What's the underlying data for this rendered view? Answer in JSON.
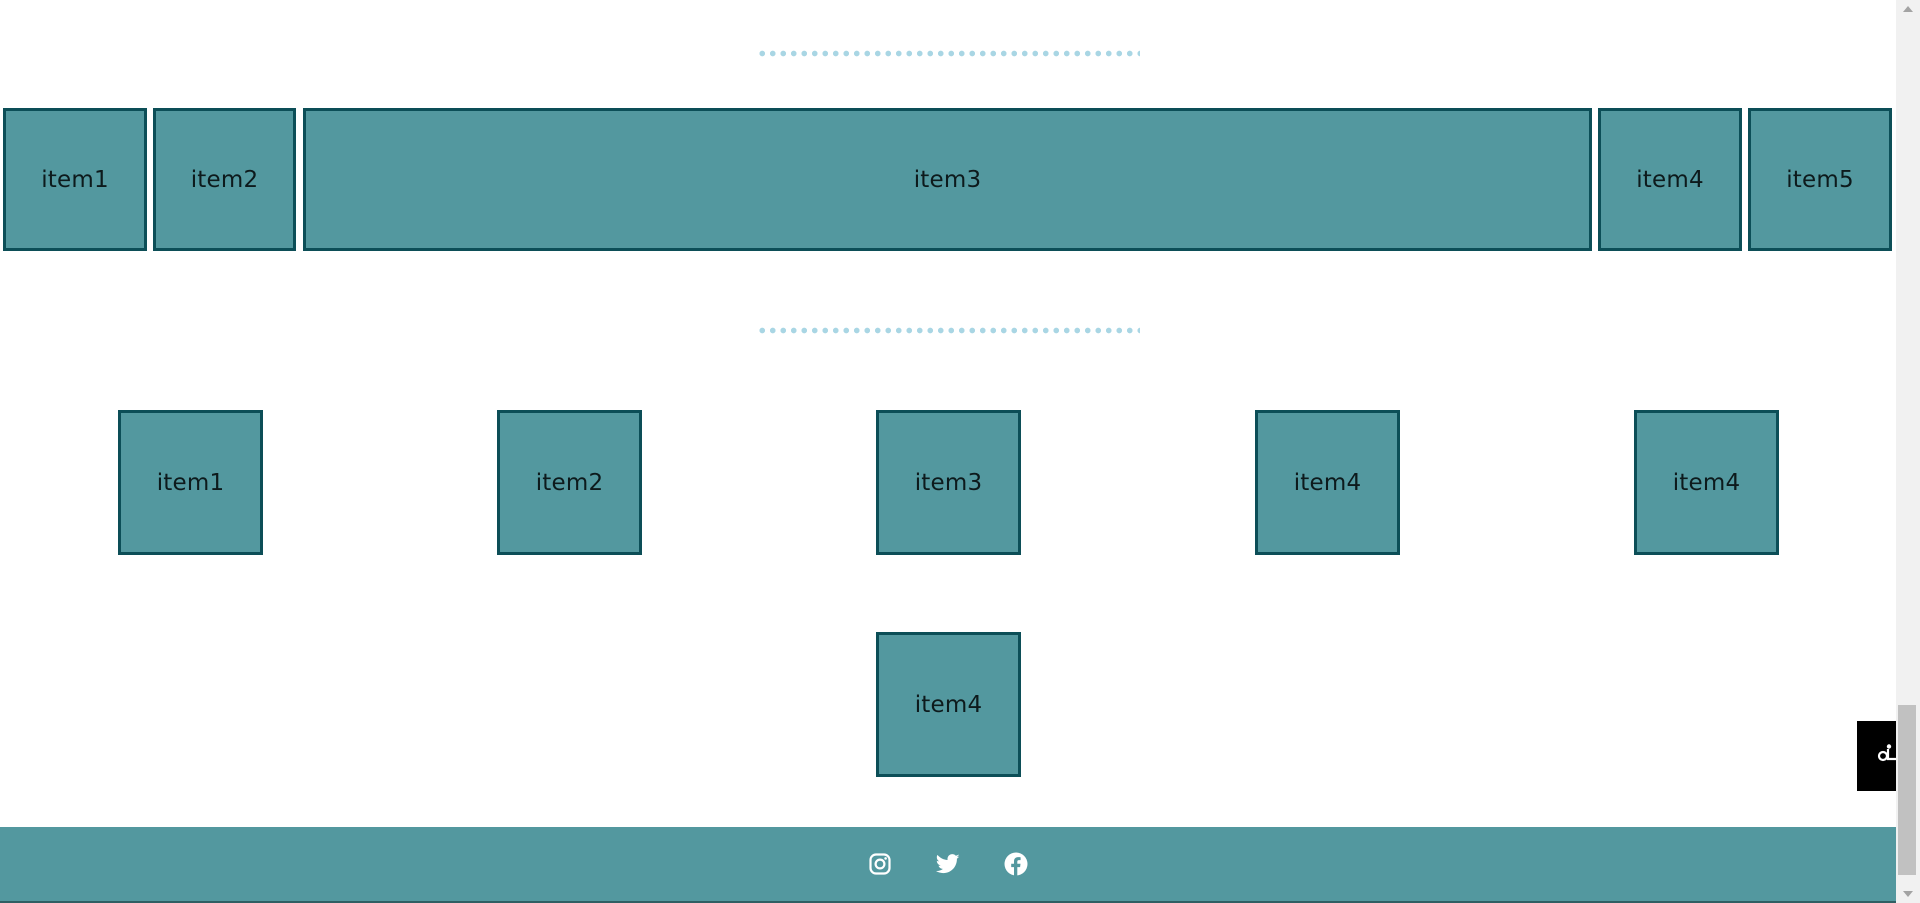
{
  "row_flex": {
    "items": [
      "item1",
      "item2",
      "item3",
      "item4",
      "item5"
    ]
  },
  "row_spaced": {
    "items": [
      "item1",
      "item2",
      "item3",
      "item4",
      "item4"
    ]
  },
  "row_wrap": {
    "items": [
      "item4"
    ]
  },
  "footer": {
    "social_icons": [
      "instagram-icon",
      "twitter-icon",
      "facebook-icon"
    ]
  },
  "floating_tab": {
    "icon": "accessibility-icon"
  },
  "colors": {
    "box_fill": "#53989f",
    "box_border": "#0c4e57",
    "footer_bg": "#53989f",
    "divider_dots": "#a9d6e4"
  }
}
